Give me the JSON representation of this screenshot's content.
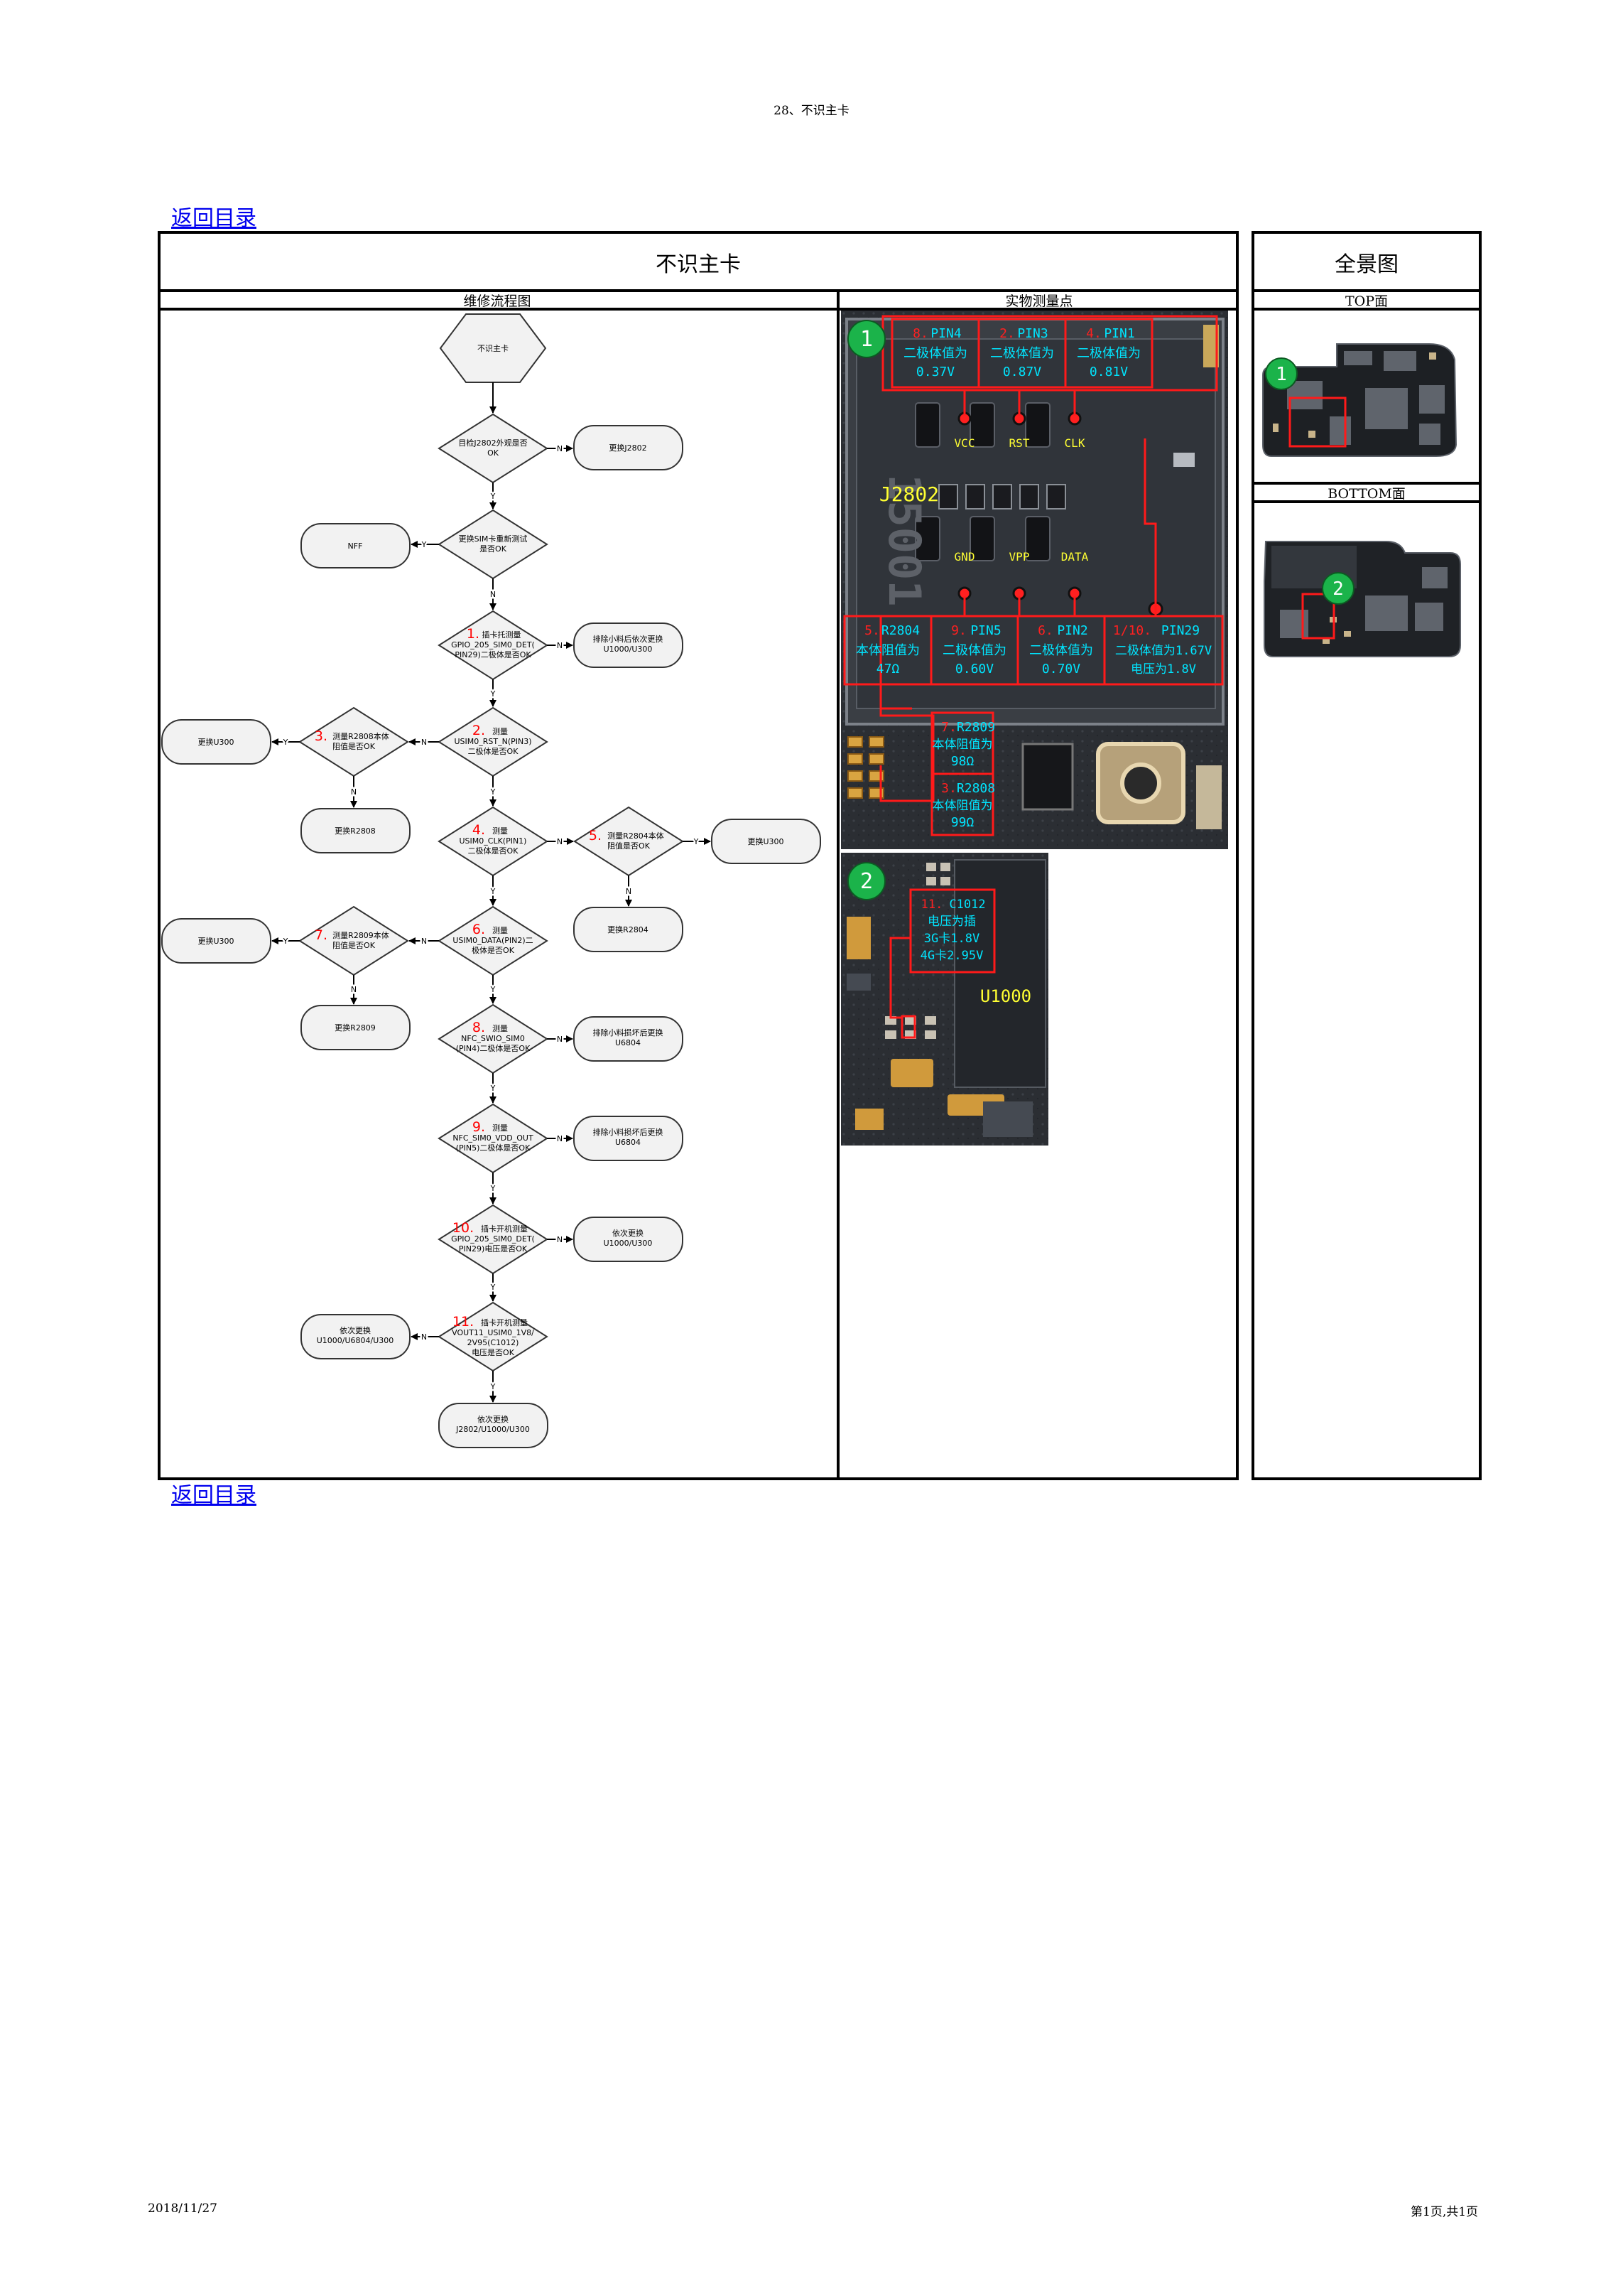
{
  "header": {
    "title": "28、不识主卡"
  },
  "nav": {
    "back_label": "返回目录"
  },
  "table": {
    "main_title": "不识主卡",
    "panorama_title": "全景图",
    "flow_heading": "维修流程图",
    "photo_heading": "实物测量点",
    "top_label": "TOP面",
    "bottom_label": "BOTTOM面"
  },
  "flow": {
    "start": "不识主卡",
    "q1": [
      "目检J2802外观是否",
      "OK"
    ],
    "a1": "更换J2802",
    "q2": [
      "更换SIM卡重新测试",
      "是否OK"
    ],
    "a2": "NFF",
    "q3": {
      "num": "1.",
      "lines": [
        "插卡托测量",
        "GPIO_205_SIM0_DET(",
        "PIN29)二极体是否OK"
      ]
    },
    "a3": [
      "排除小料后依次更换",
      "U1000/U300"
    ],
    "q4": {
      "num": "2.",
      "lines": [
        "测量",
        "USIM0_RST_N(PIN3)",
        "二极体是否OK"
      ]
    },
    "q5": {
      "num": "3.",
      "lines": [
        "测量R2808本体",
        "阻值是否OK"
      ]
    },
    "a5y": "更换U300",
    "a5n": "更换R2808",
    "q6": {
      "num": "4.",
      "lines": [
        "测量",
        "USIM0_CLK(PIN1)",
        "二极体是否OK"
      ]
    },
    "q7": {
      "num": "5.",
      "lines": [
        "测量R2804本体",
        "阻值是否OK"
      ]
    },
    "a7y": "更换U300",
    "a7n": "更换R2804",
    "q8": {
      "num": "6.",
      "lines": [
        "测量",
        "USIM0_DATA(PIN2)二",
        "极体是否OK"
      ]
    },
    "q9": {
      "num": "7.",
      "lines": [
        "测量R2809本体",
        "阻值是否OK"
      ]
    },
    "a9y": "更换U300",
    "a9n": "更换R2809",
    "q10": {
      "num": "8.",
      "lines": [
        "测量",
        "NFC_SWIO_SIM0",
        "(PIN4)二极体是否OK"
      ]
    },
    "a10": [
      "排除小料损坏后更换",
      "U6804"
    ],
    "q11": {
      "num": "9.",
      "lines": [
        "测量",
        "NFC_SIM0_VDD_OUT",
        "(PIN5)二极体是否OK"
      ]
    },
    "a11": [
      "排除小料损坏后更换",
      "U6804"
    ],
    "q12": {
      "num": "10.",
      "lines": [
        "插卡开机测量",
        "GPIO_205_SIM0_DET(",
        "PIN29)电压是否OK"
      ]
    },
    "a12": [
      "依次更换",
      "U1000/U300"
    ],
    "q13": {
      "num": "11.",
      "lines": [
        "插卡开机测量",
        "VOUT11_USIM0_1V8/",
        "2V95(C1012)",
        "电压是否OK"
      ]
    },
    "a13": [
      "依次更换",
      "U1000/U6804/U300"
    ],
    "end": [
      "依次更换",
      "J2802/U1000/U300"
    ],
    "yes": "Y",
    "no": "N"
  },
  "photo1": {
    "badge": "1",
    "chip_label": "J2802",
    "pins_top": [
      "VCC",
      "RST",
      "CLK"
    ],
    "pins_bottom": [
      "GND",
      "VPP",
      "DATA"
    ],
    "top_boxes": [
      {
        "num": "8.",
        "name": "PIN4",
        "line2": "二极体值为",
        "line3": "0.37V"
      },
      {
        "num": "2.",
        "name": "PIN3",
        "line2": "二极体值为",
        "line3": "0.87V"
      },
      {
        "num": "4.",
        "name": "PIN1",
        "line2": "二极体值为",
        "line3": "0.81V"
      }
    ],
    "bottom_boxes": [
      {
        "num": "5.",
        "name": "R2804",
        "line2": "本体阻值为",
        "line3": "47Ω"
      },
      {
        "num": "9.",
        "name": "PIN5",
        "line2": "二极体值为",
        "line3": "0.60V"
      },
      {
        "num": "6.",
        "name": "PIN2",
        "line2": "二极体值为",
        "line3": "0.70V"
      },
      {
        "num": "1/10.",
        "name": "PIN29",
        "line2": "二极体值为1.67V",
        "line3": "电压为1.8V"
      }
    ],
    "r_boxes": [
      {
        "num": "7.",
        "name": "R2809",
        "line2": "本体阻值为",
        "line3": "98Ω"
      },
      {
        "num": "3.",
        "name": "R2808",
        "line2": "本体阻值为",
        "line3": "99Ω"
      }
    ]
  },
  "photo2": {
    "badge": "2",
    "chip_label": "U1000",
    "box": {
      "num": "11.",
      "name": "C1012",
      "line2": "电压为插",
      "line3": "3G卡1.8V",
      "line4": "4G卡2.95V"
    }
  },
  "panorama": {
    "top_badge": "1",
    "bottom_badge": "2"
  },
  "footer": {
    "date": "2018/11/27",
    "page": "第1页,共1页"
  }
}
